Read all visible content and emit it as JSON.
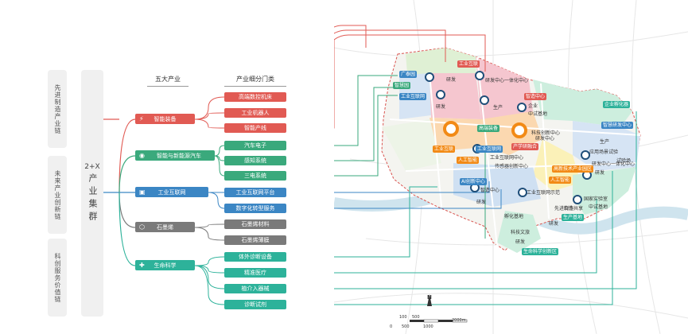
{
  "left_groups": {
    "advanced": "先进制造产业链",
    "future": "未来产业创新链",
    "tech": "科创服务价值链"
  },
  "main_label": {
    "top": "2+X",
    "main": "产业集群"
  },
  "headers": {
    "industries": "五大产业",
    "sectors": "产业细分门类"
  },
  "industries": {
    "smart_equipment": "智能装备",
    "smart_ev": "智能与新能源汽车",
    "industrial_internet": "工业互联网",
    "graphene": "石墨烯",
    "life_science": "生命科学"
  },
  "sectors": {
    "cnc": "高端数控机床",
    "robot": "工业机器人",
    "smart_line": "智能产线",
    "auto_elec": "汽车电子",
    "sensing": "感知系统",
    "three_elec": "三电系统",
    "iot_platform": "工业互联网平台",
    "digital_service": "数字化转型服务",
    "graphene_mat": "石墨烯材料",
    "graphene_film": "石墨烯薄膜",
    "ivd": "体外诊断设备",
    "precision": "精准医疗",
    "interventional": "植介入器械",
    "clinical": "诊断试剂"
  },
  "map_labels": {
    "l1": "广泰园",
    "l2": "智慧园",
    "l3": "工业互联网",
    "l4": "研发",
    "l5": "研发中心一体化中心",
    "l6": "工业互联",
    "l7": "研发",
    "l8": "生产",
    "l9": "企业",
    "l10": "智造中心",
    "l11": "中试基地",
    "l12": "高端装备",
    "l13": "科技创新中心",
    "l14": "产学研融合",
    "l15": "研发中心",
    "l16": "工业互联网",
    "l17": "工业互联网中心",
    "l18": "工业互联",
    "l19": "人工智能",
    "l20": "传感器创新中心",
    "l21": "AI创新中心",
    "l22": "智造中心",
    "l23": "工业互联网示范",
    "l24": "人工智能",
    "l25": "研发",
    "l26": "国家实验室",
    "l27": "中试基地",
    "l28": "合作共享",
    "l29": "生产基地",
    "l30": "企业孵化器",
    "l31": "智慧研发中心",
    "l32": "生产",
    "l33": "应用场景试验",
    "l34": "研发中心一体化中心",
    "l35": "研发",
    "l36": "试验场",
    "l37": "高新技术产业园区",
    "l38": "孵化基地",
    "l39": "科技文旅",
    "l40": "生命科学创新区",
    "l41": "研发",
    "l42": "先进制造",
    "l43": "研发"
  },
  "scale": {
    "north": "N",
    "t0": "100",
    "t1": "500",
    "t2": "0",
    "t3": "500",
    "t4": "1000",
    "t5": "2000m"
  },
  "colors": {
    "red": "#e15a53",
    "green": "#3aa97c",
    "blue": "#3b86c4",
    "gray": "#7a7a7a",
    "teal": "#2db29a",
    "orange": "#f28a16",
    "navy": "#1f4e79"
  }
}
